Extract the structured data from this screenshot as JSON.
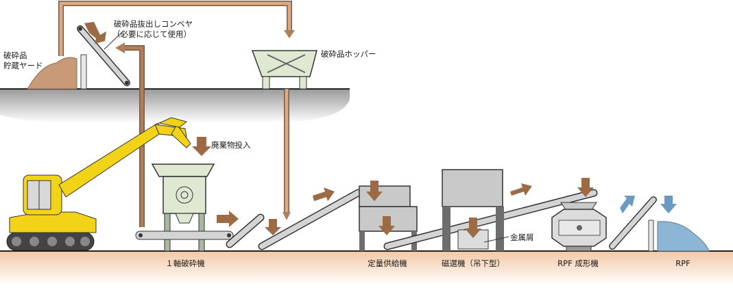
{
  "labels": {
    "conveyor_out_line1": "破砕品抜出しコンベヤ",
    "conveyor_out_line2": "（必要に応じて使用）",
    "crushed_yard_line1": "破砕品",
    "crushed_yard_line2": "貯蔵ヤード",
    "crushed_hopper": "破砕品ホッパー",
    "waste_input": "廃棄物投入",
    "scrap_metal": "金属屑",
    "single_shaft_crusher": "１軸破砕機",
    "constant_feeder": "定量供給機",
    "magnetic_separator": "磁選機（吊下型）",
    "rpf_molder": "RPF 成形機",
    "rpf": "RPF"
  },
  "colors": {
    "arrow_brown": "#9c6a45",
    "arrow_blue": "#6b9ac0",
    "ground_top": "#f2c8a6",
    "ground_bottom": "#ffffff",
    "upper_floor": "#a8a8a8",
    "machine_green": "#dfe9d2",
    "machine_gray": "#c9c9c9",
    "excavator_yellow": "#f3d317",
    "pile_brown": "#c99a78",
    "pile_blue": "#8db6d4"
  }
}
